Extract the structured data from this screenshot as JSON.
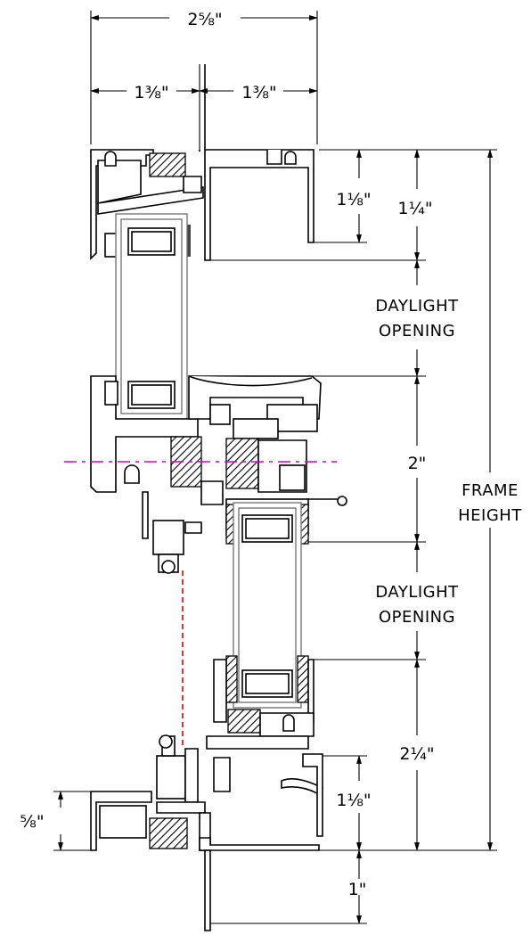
{
  "dimensions": {
    "overall_width": "2⅝\"",
    "left_depth": "1⅜\"",
    "right_depth": "1⅜\"",
    "head_one_eighth": "1⅛\"",
    "head_one_quarter": "1¼\"",
    "meeting_rail": "2\"",
    "sill_two_quarter": "2¼\"",
    "sill_one_eighth": "1⅛\"",
    "sill_five_eighth": "⅝\"",
    "sill_extension": "1\""
  },
  "labels": {
    "daylight_upper_1": "DAYLIGHT",
    "daylight_upper_2": "OPENING",
    "daylight_lower_1": "DAYLIGHT",
    "daylight_lower_2": "OPENING",
    "frame_height_1": "FRAME",
    "frame_height_2": "HEIGHT"
  },
  "colors": {
    "line": "#000000",
    "glass_outline": "#777777",
    "center_line": "#d400d4",
    "balance_line": "#e00000"
  }
}
